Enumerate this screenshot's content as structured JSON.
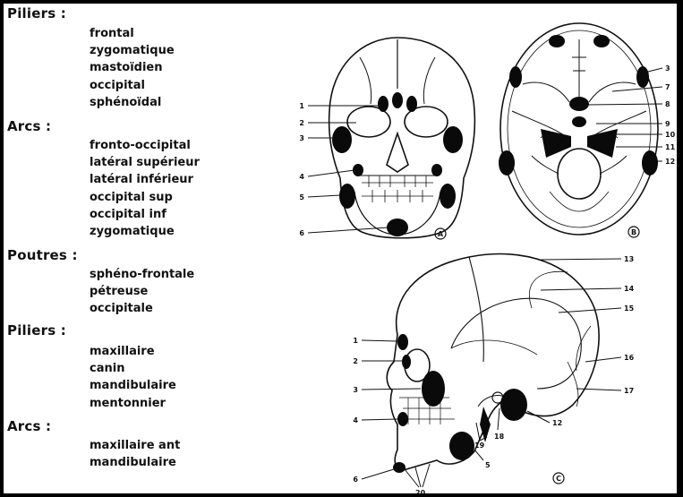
{
  "legend": {
    "sections": [
      {
        "title": "Piliers :",
        "items": [
          "frontal",
          "zygomatique",
          "mastoïdien",
          "occipital",
          "sphénoïdal"
        ]
      },
      {
        "title": "Arcs :",
        "items": [
          "fronto-occipital",
          "latéral supérieur",
          "latéral inférieur",
          "occipital sup",
          "occipital inf",
          "zygomatique"
        ]
      },
      {
        "title": "Poutres :",
        "items": [
          "sphéno-frontale",
          "pétreuse",
          "occipitale"
        ]
      },
      {
        "title": "Piliers :",
        "items": [
          "maxillaire",
          "canin",
          "mandibulaire",
          "mentonnier"
        ]
      },
      {
        "title": "Arcs :",
        "items": [
          "maxillaire ant",
          "mandibulaire"
        ]
      }
    ]
  },
  "figures": {
    "panel_a": {
      "letter": "A",
      "numbers": [
        "1",
        "2",
        "3",
        "4",
        "5",
        "6"
      ]
    },
    "panel_b": {
      "letter": "B",
      "numbers": [
        "3",
        "7",
        "8",
        "9",
        "10",
        "11",
        "12"
      ]
    },
    "panel_c": {
      "letter": "C",
      "numbers": [
        "13",
        "14",
        "15",
        "16",
        "17",
        "12",
        "1",
        "2",
        "3",
        "4",
        "18",
        "19",
        "5",
        "6",
        "20"
      ]
    }
  },
  "colors": {
    "background": "#000000",
    "panel": "#ffffff",
    "ink": "#111111"
  }
}
